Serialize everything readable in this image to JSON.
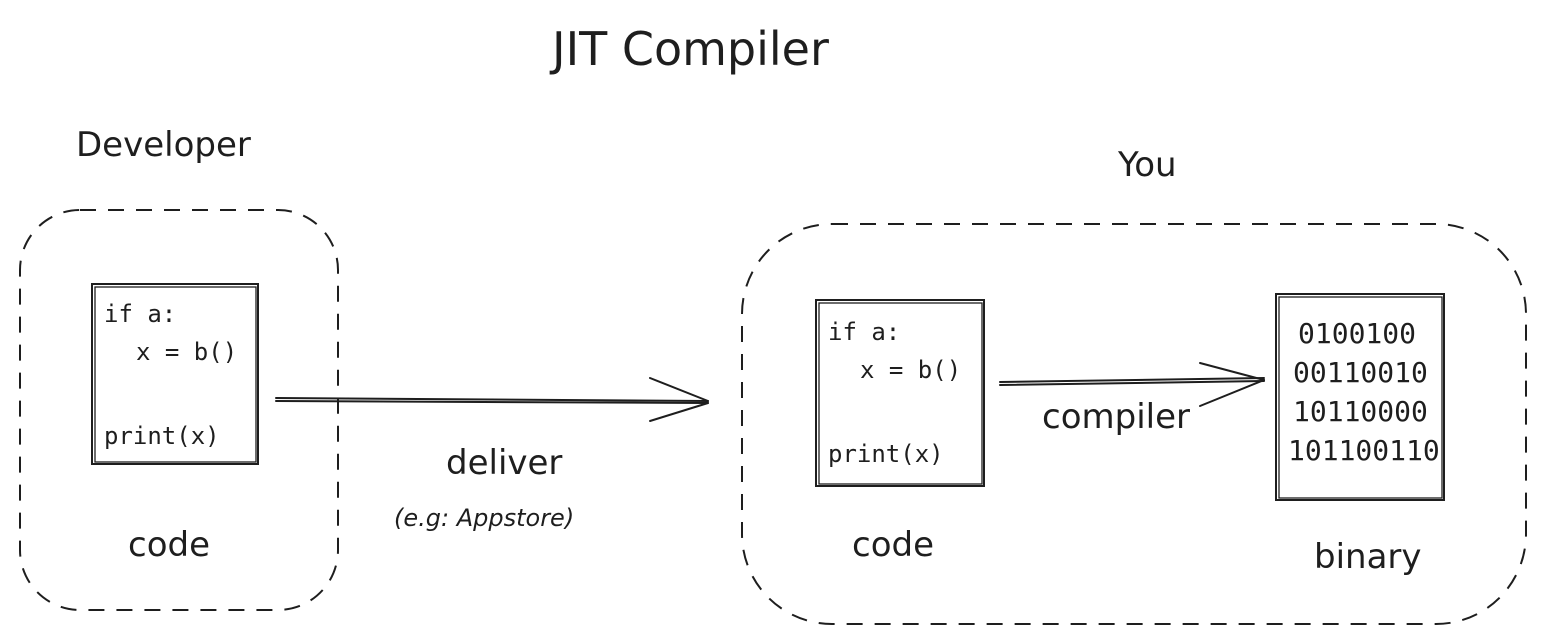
{
  "title": "JIT Compiler",
  "actors": {
    "developer": "Developer",
    "you": "You"
  },
  "developer_box": {
    "code_lines": [
      "if a:",
      "x = b()",
      "print(x)"
    ],
    "caption": "code"
  },
  "deliver": {
    "label": "deliver",
    "sublabel": "(e.g: Appstore)"
  },
  "you_box": {
    "code_lines": [
      "if a:",
      "x = b()",
      "print(x)"
    ],
    "code_caption": "code",
    "compiler_label": "compiler",
    "binary_lines": [
      "0100100",
      "00110010",
      "10110000",
      "101100110"
    ],
    "binary_caption": "binary"
  },
  "colors": {
    "stroke": "#1e1e1e",
    "background": "#ffffff"
  }
}
